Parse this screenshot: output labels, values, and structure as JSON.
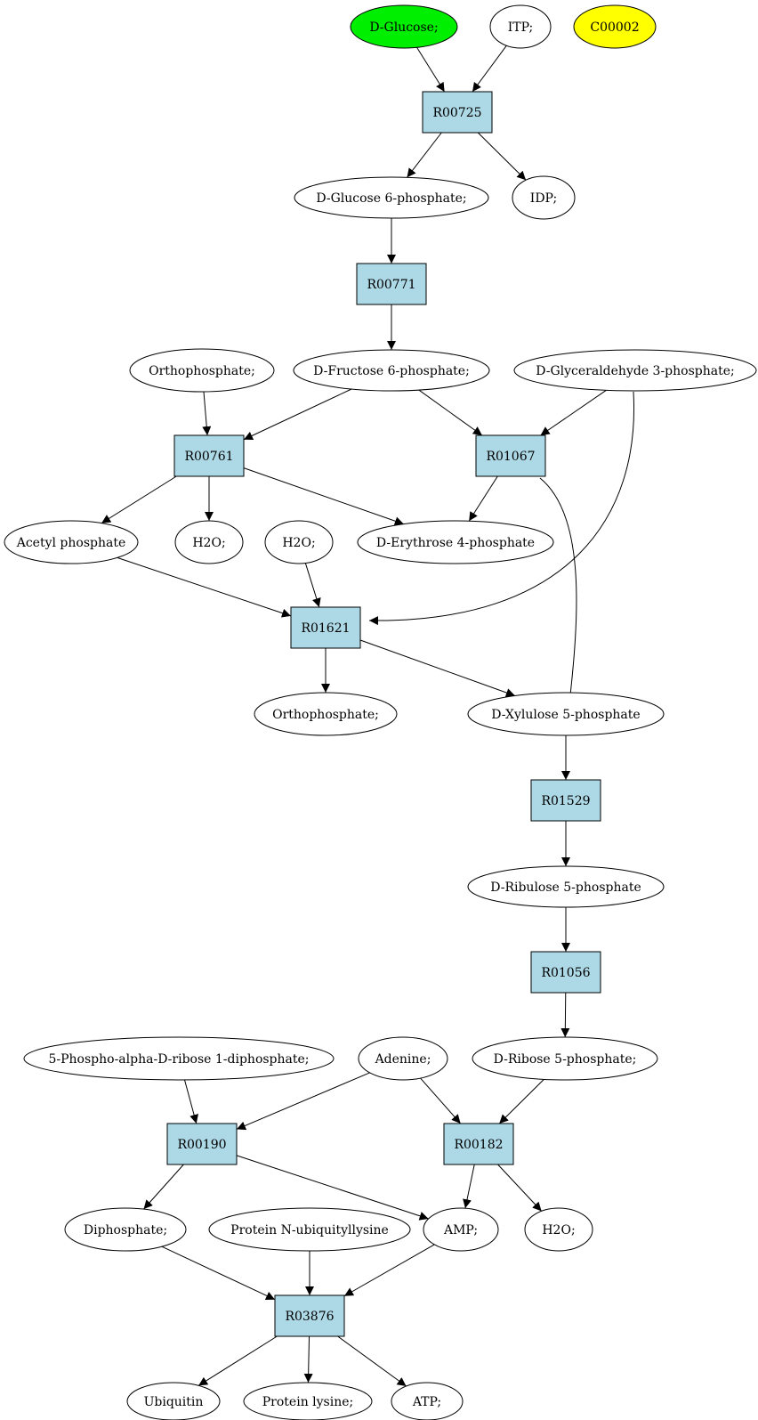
{
  "nodes": [
    {
      "id": "d_glucose",
      "label": "D-Glucose;",
      "kind": "compound",
      "fill": "#00ee00"
    },
    {
      "id": "itp",
      "label": "ITP;",
      "kind": "compound"
    },
    {
      "id": "c00002",
      "label": "C00002",
      "kind": "compound",
      "fill": "#ffff00"
    },
    {
      "id": "r00725",
      "label": "R00725",
      "kind": "reaction"
    },
    {
      "id": "d_glucose_6p",
      "label": "D-Glucose 6-phosphate;",
      "kind": "compound"
    },
    {
      "id": "idp",
      "label": "IDP;",
      "kind": "compound"
    },
    {
      "id": "r00771",
      "label": "R00771",
      "kind": "reaction"
    },
    {
      "id": "orthophosphate_a",
      "label": "Orthophosphate;",
      "kind": "compound"
    },
    {
      "id": "d_fructose_6p",
      "label": "D-Fructose 6-phosphate;",
      "kind": "compound"
    },
    {
      "id": "d_glyceraldehyde_3p",
      "label": "D-Glyceraldehyde 3-phosphate;",
      "kind": "compound"
    },
    {
      "id": "r00761",
      "label": "R00761",
      "kind": "reaction"
    },
    {
      "id": "r01067",
      "label": "R01067",
      "kind": "reaction"
    },
    {
      "id": "acetyl_phosphate",
      "label": "Acetyl phosphate",
      "kind": "compound"
    },
    {
      "id": "h2o_a",
      "label": "H2O;",
      "kind": "compound"
    },
    {
      "id": "h2o_b",
      "label": "H2O;",
      "kind": "compound"
    },
    {
      "id": "d_erythrose_4p",
      "label": "D-Erythrose 4-phosphate",
      "kind": "compound"
    },
    {
      "id": "r01621",
      "label": "R01621",
      "kind": "reaction"
    },
    {
      "id": "orthophosphate_b",
      "label": "Orthophosphate;",
      "kind": "compound"
    },
    {
      "id": "d_xylulose_5p",
      "label": "D-Xylulose 5-phosphate",
      "kind": "compound"
    },
    {
      "id": "r01529",
      "label": "R01529",
      "kind": "reaction"
    },
    {
      "id": "d_ribulose_5p",
      "label": "D-Ribulose 5-phosphate",
      "kind": "compound"
    },
    {
      "id": "r01056",
      "label": "R01056",
      "kind": "reaction"
    },
    {
      "id": "prpp",
      "label": "5-Phospho-alpha-D-ribose 1-diphosphate;",
      "kind": "compound"
    },
    {
      "id": "adenine",
      "label": "Adenine;",
      "kind": "compound"
    },
    {
      "id": "d_ribose_5p",
      "label": "D-Ribose 5-phosphate;",
      "kind": "compound"
    },
    {
      "id": "r00190",
      "label": "R00190",
      "kind": "reaction"
    },
    {
      "id": "r00182",
      "label": "R00182",
      "kind": "reaction"
    },
    {
      "id": "diphosphate",
      "label": "Diphosphate;",
      "kind": "compound"
    },
    {
      "id": "protein_n_ubiquityllysine",
      "label": "Protein N-ubiquityllysine",
      "kind": "compound"
    },
    {
      "id": "amp",
      "label": "AMP;",
      "kind": "compound"
    },
    {
      "id": "h2o_c",
      "label": "H2O;",
      "kind": "compound"
    },
    {
      "id": "r03876",
      "label": "R03876",
      "kind": "reaction"
    },
    {
      "id": "ubiquitin",
      "label": "Ubiquitin",
      "kind": "compound"
    },
    {
      "id": "protein_lysine",
      "label": "Protein lysine;",
      "kind": "compound"
    },
    {
      "id": "atp",
      "label": "ATP;",
      "kind": "compound"
    }
  ],
  "edges": [
    {
      "from": "d_glucose",
      "to": "r00725"
    },
    {
      "from": "itp",
      "to": "r00725"
    },
    {
      "from": "r00725",
      "to": "d_glucose_6p"
    },
    {
      "from": "r00725",
      "to": "idp"
    },
    {
      "from": "d_glucose_6p",
      "to": "r00771"
    },
    {
      "from": "r00771",
      "to": "d_fructose_6p"
    },
    {
      "from": "orthophosphate_a",
      "to": "r00761"
    },
    {
      "from": "d_fructose_6p",
      "to": "r00761"
    },
    {
      "from": "d_fructose_6p",
      "to": "r01067"
    },
    {
      "from": "d_glyceraldehyde_3p",
      "to": "r01067"
    },
    {
      "from": "d_glyceraldehyde_3p",
      "to": "r01621"
    },
    {
      "from": "r00761",
      "to": "acetyl_phosphate"
    },
    {
      "from": "r00761",
      "to": "h2o_a"
    },
    {
      "from": "r00761",
      "to": "d_erythrose_4p"
    },
    {
      "from": "r01067",
      "to": "d_erythrose_4p"
    },
    {
      "from": "r01067",
      "to": "d_xylulose_5p"
    },
    {
      "from": "acetyl_phosphate",
      "to": "r01621"
    },
    {
      "from": "h2o_b",
      "to": "r01621"
    },
    {
      "from": "r01621",
      "to": "orthophosphate_b"
    },
    {
      "from": "r01621",
      "to": "d_xylulose_5p"
    },
    {
      "from": "d_xylulose_5p",
      "to": "r01529"
    },
    {
      "from": "r01529",
      "to": "d_ribulose_5p"
    },
    {
      "from": "d_ribulose_5p",
      "to": "r01056"
    },
    {
      "from": "r01056",
      "to": "d_ribose_5p"
    },
    {
      "from": "prpp",
      "to": "r00190"
    },
    {
      "from": "adenine",
      "to": "r00190"
    },
    {
      "from": "adenine",
      "to": "r00182"
    },
    {
      "from": "d_ribose_5p",
      "to": "r00182"
    },
    {
      "from": "r00190",
      "to": "diphosphate"
    },
    {
      "from": "r00190",
      "to": "amp"
    },
    {
      "from": "r00182",
      "to": "amp"
    },
    {
      "from": "r00182",
      "to": "h2o_c"
    },
    {
      "from": "diphosphate",
      "to": "r03876"
    },
    {
      "from": "protein_n_ubiquityllysine",
      "to": "r03876"
    },
    {
      "from": "amp",
      "to": "r03876"
    },
    {
      "from": "r03876",
      "to": "ubiquitin"
    },
    {
      "from": "r03876",
      "to": "protein_lysine"
    },
    {
      "from": "r03876",
      "to": "atp"
    }
  ]
}
